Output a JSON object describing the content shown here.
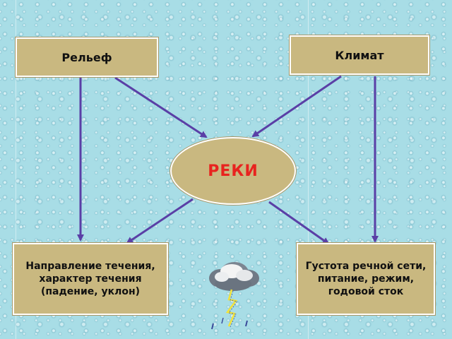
{
  "diagram": {
    "nodes": {
      "relief": "Рельеф",
      "climate": "Климат",
      "rivers": "РЕКИ",
      "flow": "Направление течения,\nхарактер течения\n(падение, уклон)",
      "network": "Густота речной сети,\nпитание, режим,\nгодовой сток"
    },
    "colors": {
      "box_fill": "#c9b880",
      "arrow": "#5a3fa6",
      "center_text": "#e8231f",
      "background": "#a8dde6"
    },
    "decoration": {
      "icon": "storm-cloud-icon"
    }
  }
}
